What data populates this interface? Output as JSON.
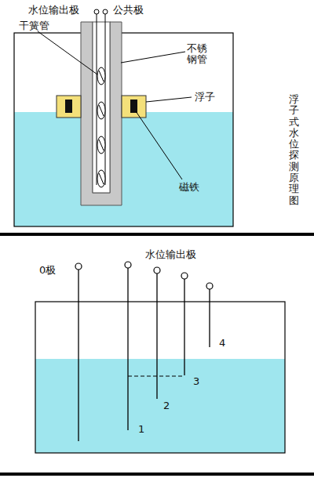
{
  "diagram": {
    "labels": [
      "水位输出极",
      "公共极",
      "干簧管",
      "不锈钢管",
      "浮子",
      "磁铁",
      "浮子式水位探测原理图",
      "0极",
      "水位输出极",
      "1",
      "2",
      "3",
      "4"
    ]
  }
}
